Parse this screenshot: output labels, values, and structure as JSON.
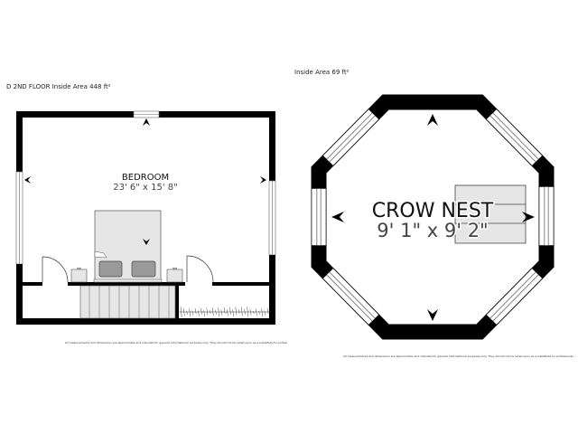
{
  "floor_2nd": {
    "header": "D 2ND FLOOR Inside Area 448 ft²",
    "room_name": "BEDROOM",
    "room_dims": "23' 6\" x 15' 8\"",
    "disclaimer": "All measurements and dimensions are approximate and intended for general informational purposes only. They should not be relied upon as a substitute for professional advice"
  },
  "crow_nest": {
    "header": "Inside Area 69 ft²",
    "room_name": "CROW NEST",
    "room_dims": "9' 1\" x 9' 2\"",
    "disclaimer": "All measurements and dimensions are approximate and intended for general informational purposes only. They should not be relied upon as a substitute for professional advice"
  },
  "colors": {
    "wall": "#000000",
    "furniture": "#e6e6e6",
    "pillow": "#9a9a9a"
  }
}
